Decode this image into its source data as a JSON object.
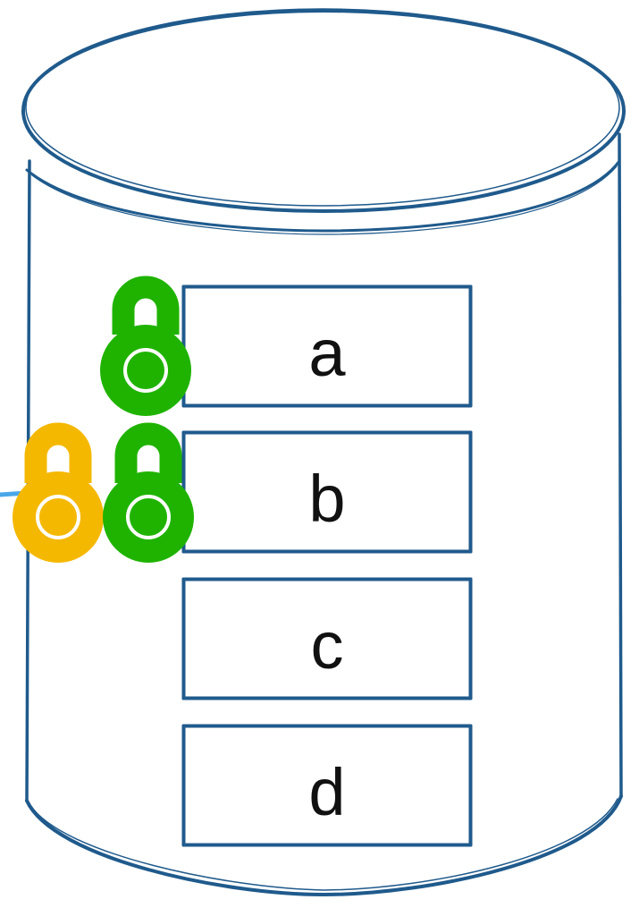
{
  "colors": {
    "outline": "#1f5a8c",
    "lock_exclusive": "#1fb300",
    "lock_shared": "#f5b800",
    "lock_core": "#ffffff",
    "pointer_line": "#4aa8e8",
    "text": "#111111"
  },
  "database": {
    "icon": "database-cylinder",
    "records": [
      {
        "label": "a"
      },
      {
        "label": "b"
      },
      {
        "label": "c"
      },
      {
        "label": "d"
      }
    ]
  },
  "locks": [
    {
      "record": "a",
      "kind": "green-lock",
      "icon": "padlock-icon"
    },
    {
      "record": "b",
      "kind": "yellow-lock",
      "icon": "padlock-icon"
    },
    {
      "record": "b",
      "kind": "green-lock",
      "icon": "padlock-icon"
    }
  ]
}
